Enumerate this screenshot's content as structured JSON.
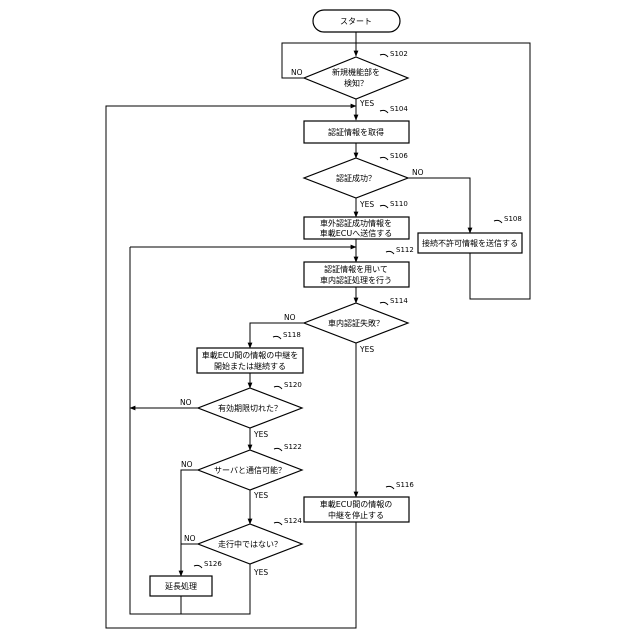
{
  "start": "スタート",
  "yes": "YES",
  "no": "NO",
  "steps": {
    "s102": {
      "id": "S102",
      "l1": "新規機能部を",
      "l2": "検知？"
    },
    "s104": {
      "id": "S104",
      "l1": "認証情報を取得"
    },
    "s106": {
      "id": "S106",
      "l1": "認証成功？"
    },
    "s108": {
      "id": "S108",
      "l1": "接続不許可情報を送信する"
    },
    "s110": {
      "id": "S110",
      "l1": "車外認証成功情報を",
      "l2": "車載ECUへ送信する"
    },
    "s112": {
      "id": "S112",
      "l1": "認証情報を用いて",
      "l2": "車内認証処理を行う"
    },
    "s114": {
      "id": "S114",
      "l1": "車内認証失敗？"
    },
    "s116": {
      "id": "S116",
      "l1": "車載ECU間の情報の",
      "l2": "中継を停止する"
    },
    "s118": {
      "id": "S118",
      "l1": "車載ECU間の情報の中継を",
      "l2": "開始または継続する"
    },
    "s120": {
      "id": "S120",
      "l1": "有効期限切れた？"
    },
    "s122": {
      "id": "S122",
      "l1": "サーバと通信可能？"
    },
    "s124": {
      "id": "S124",
      "l1": "走行中ではない？"
    },
    "s126": {
      "id": "S126",
      "l1": "延長処理"
    }
  }
}
